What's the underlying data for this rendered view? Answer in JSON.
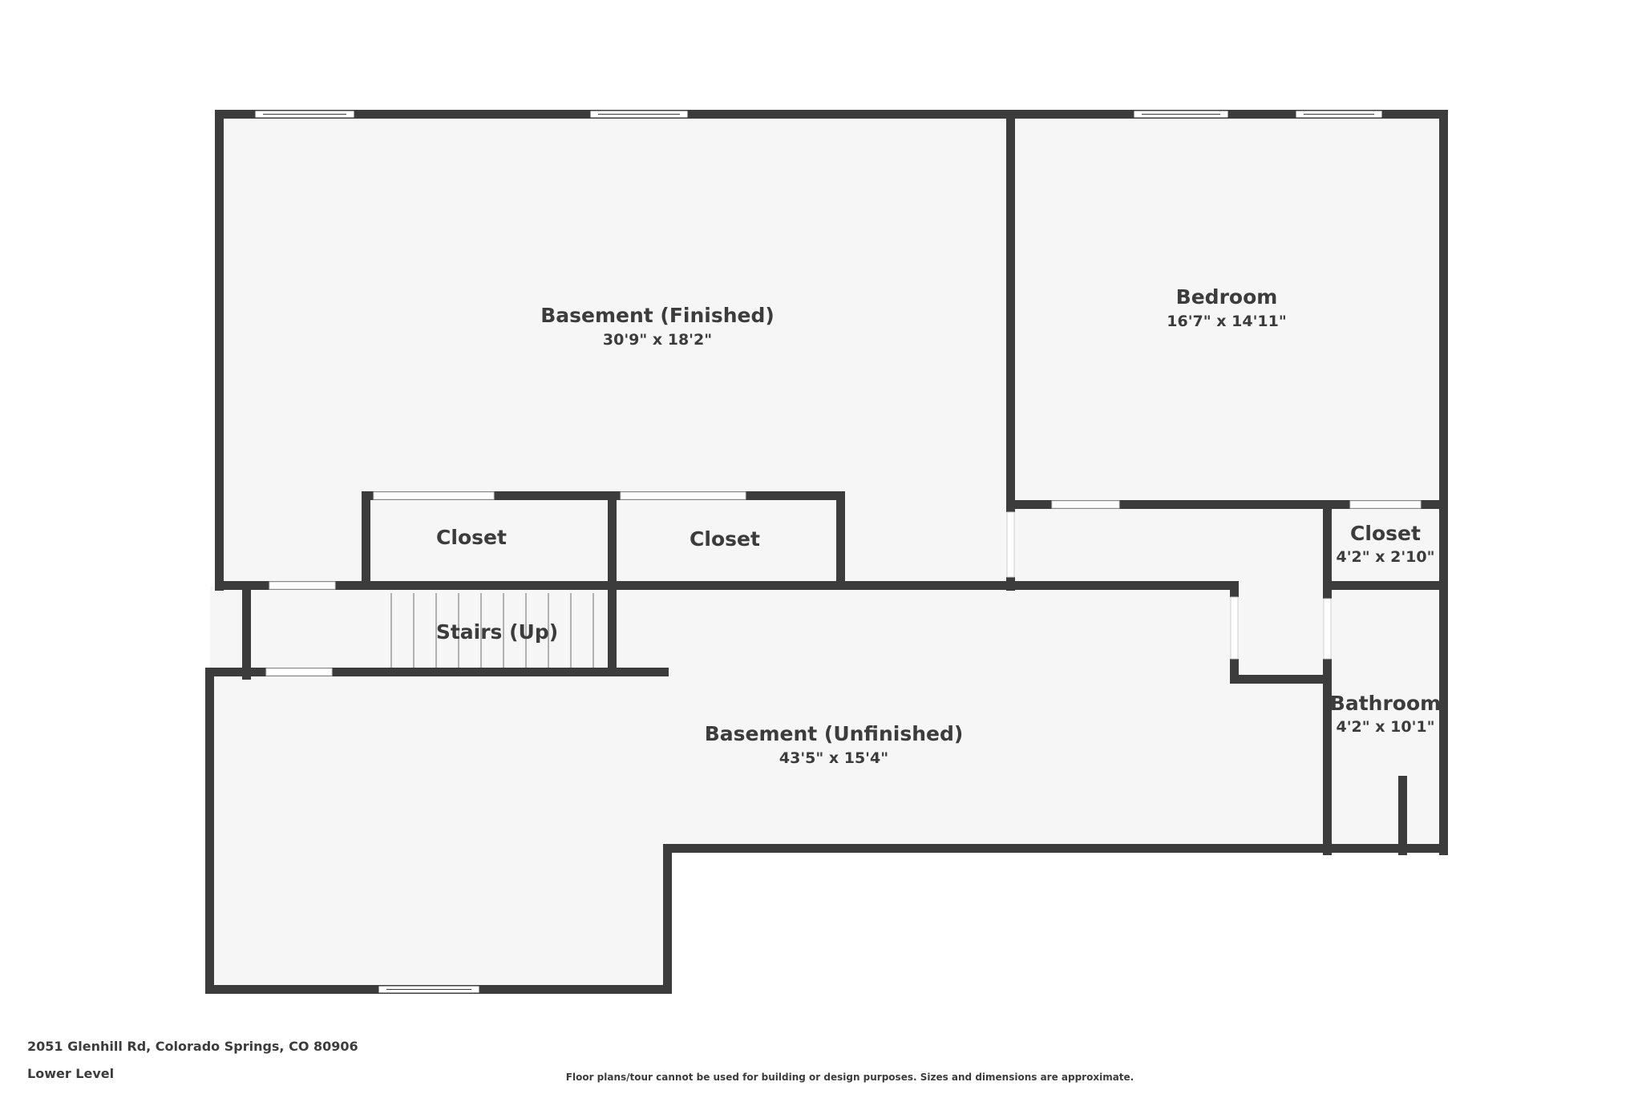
{
  "rooms": {
    "basement_finished": {
      "name": "Basement (Finished)",
      "dims": "30'9\" x 18'2\""
    },
    "bedroom": {
      "name": "Bedroom",
      "dims": "16'7\" x 14'11\""
    },
    "closet_left": {
      "name": "Closet"
    },
    "closet_mid": {
      "name": "Closet"
    },
    "closet_right": {
      "name": "Closet",
      "dims": "4'2\" x 2'10\""
    },
    "stairs": {
      "name": "Stairs (Up)"
    },
    "basement_unfinished": {
      "name": "Basement (Unfinished)",
      "dims": "43'5\" x 15'4\""
    },
    "bathroom": {
      "name": "Bathroom",
      "dims": "4'2\" x 10'1\""
    }
  },
  "footer": {
    "address": "2051 Glenhill Rd, Colorado Springs, CO 80906",
    "level": "Lower Level",
    "disclaimer": "Floor plans/tour cannot be used for building or design purposes. Sizes and dimensions are approximate."
  },
  "colors": {
    "wall": "#3c3c3c",
    "floor": "#f6f6f6",
    "background": "#ffffff"
  }
}
